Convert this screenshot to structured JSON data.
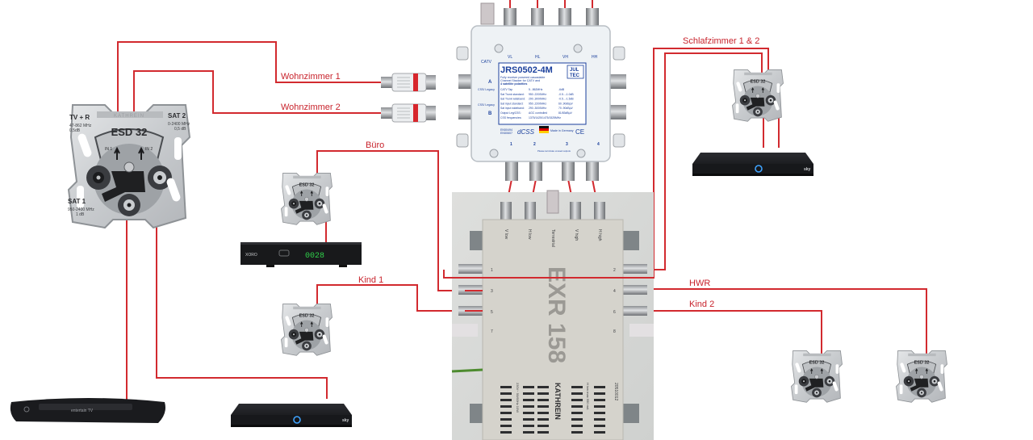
{
  "title": "SAT distribution wiring diagram",
  "colors": {
    "cable": "#d22a2f",
    "plate": "#d6d8da",
    "receiver": "#1c1d20",
    "multiswitch": "#d8d6cf",
    "stacker": "#eef2f5",
    "stacker_text": "#1a3f9c"
  },
  "rooms": {
    "wohnzimmer1": "Wohnzimmer 1",
    "wohnzimmer2": "Wohnzimmer 2",
    "buero": "Büro",
    "schlafzimmer": "Schlafzimmer 1 & 2",
    "kind1": "Kind 1",
    "kind2": "Kind 2",
    "hwr": "HWR"
  },
  "outlet": {
    "model": "ESD 32",
    "brand": "KATHREIN",
    "tv_label": "TV + R",
    "tv_spec1": "47-862 MHz",
    "tv_spec2": "0,5dB",
    "sat2_label": "SAT 2",
    "sat2_spec1": "0-2400 MHz",
    "sat2_spec2": "0,5 dB",
    "sat1_label": "SAT 1",
    "sat1_spec1": "950-2400 MHz",
    "sat1_spec2": "1 dB",
    "in1": "IN 1",
    "in2": "IN 2"
  },
  "stacker": {
    "model": "JRS0502-4M",
    "brand_line1": "JUL",
    "brand_line2": "TEC",
    "desc1": "Fully receiver powered cascadable",
    "desc2": "Channel Stacker for CATV and",
    "desc3": "4 satellite polarities",
    "inputs": [
      "CATV",
      "VL",
      "HL",
      "VH",
      "HH"
    ],
    "legacy_a": "CSS/ Legacy",
    "legacy_b": "CSS/ Legacy",
    "port_a": "A",
    "port_b": "B",
    "specs": [
      [
        "CATV Tap",
        "5...862MHz",
        "-6dB"
      ],
      [
        "Sat Trunk standard:",
        "950..2200MHz",
        "-0.5...-1.0dB"
      ],
      [
        "Sat Trunk wideband:",
        "290..3000MHz",
        "-0.5...-1.5dB"
      ],
      [
        "Sat input standard:",
        "950..2200MHz",
        "60..90dBµV"
      ],
      [
        "Sat input wideband:",
        "290..3000MHz",
        "70..90dBµV"
      ],
      [
        "Output Leg/CSS:",
        "AGC controlled",
        "81/83dBµV"
      ],
      [
        "CSS frequencies:",
        "1375/1425/1475/1525MHz",
        ""
      ]
    ],
    "cert1": "EN50494",
    "cert2": "EN50607",
    "css_logo": "dCSS",
    "made_in": "Made in Germany",
    "ce": "CE",
    "outputs": [
      "1",
      "2",
      "3",
      "4"
    ],
    "out_note": "Please terminate unused outputs"
  },
  "multiswitch": {
    "model": "EXR 158",
    "brand": "KATHREIN",
    "inputs": [
      "V low",
      "H low",
      "Terrestrial",
      "V high",
      "H high"
    ],
    "left_outputs": [
      "1",
      "3",
      "5",
      "7"
    ],
    "right_outputs": [
      "2",
      "4",
      "6",
      "8"
    ],
    "serial": "20510012",
    "power": "H low max 550 mA",
    "mains": "230V~ 50/60Hz 10W"
  },
  "receivers": {
    "entertain": "entertain TV",
    "sky": "sky",
    "xoro_brand": "XORO",
    "xoro_display": "0028"
  }
}
